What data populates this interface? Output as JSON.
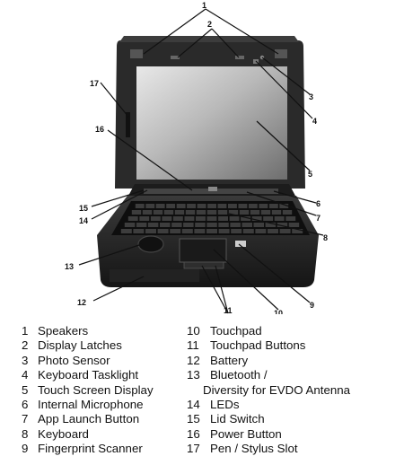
{
  "callouts": [
    {
      "n": "1"
    },
    {
      "n": "2"
    },
    {
      "n": "3"
    },
    {
      "n": "4"
    },
    {
      "n": "5"
    },
    {
      "n": "6"
    },
    {
      "n": "7"
    },
    {
      "n": "8"
    },
    {
      "n": "9"
    },
    {
      "n": "10"
    },
    {
      "n": "11"
    },
    {
      "n": "12"
    },
    {
      "n": "13"
    },
    {
      "n": "14"
    },
    {
      "n": "15"
    },
    {
      "n": "16"
    },
    {
      "n": "17"
    }
  ],
  "legend": {
    "left": [
      {
        "n": "1",
        "text": "Speakers"
      },
      {
        "n": "2",
        "text": "Display Latches"
      },
      {
        "n": "3",
        "text": "Photo Sensor"
      },
      {
        "n": "4",
        "text": "Keyboard Tasklight"
      },
      {
        "n": "5",
        "text": "Touch Screen Display"
      },
      {
        "n": "6",
        "text": "Internal Microphone"
      },
      {
        "n": "7",
        "text": "App Launch Button"
      },
      {
        "n": "8",
        "text": "Keyboard"
      },
      {
        "n": "9",
        "text": "Fingerprint Scanner"
      }
    ],
    "right": [
      {
        "n": "10",
        "text": "Touchpad"
      },
      {
        "n": "11",
        "text": "Touchpad Buttons"
      },
      {
        "n": "12",
        "text": "Battery"
      },
      {
        "n": "13",
        "text": "Bluetooth /",
        "cont": "Diversity for EVDO Antenna"
      },
      {
        "n": "14",
        "text": "LEDs"
      },
      {
        "n": "15",
        "text": "Lid Switch"
      },
      {
        "n": "16",
        "text": "Power Button"
      },
      {
        "n": "17",
        "text": "Pen / Stylus Slot"
      }
    ]
  }
}
